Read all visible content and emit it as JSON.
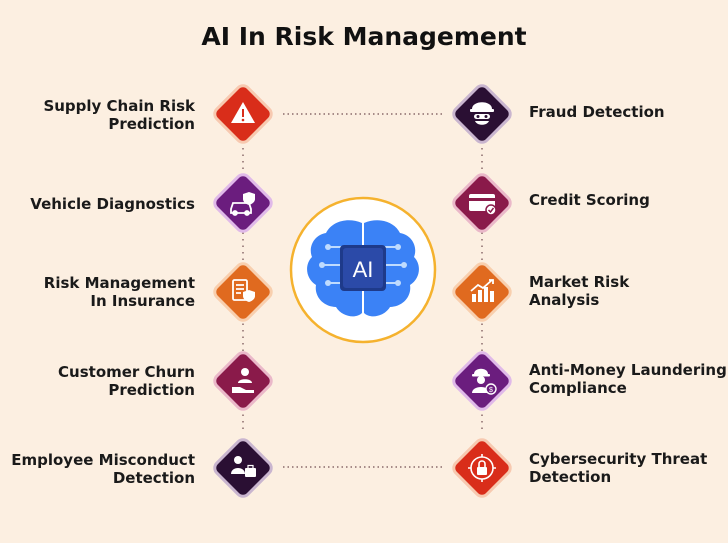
{
  "title": "AI In Risk Management",
  "center": {
    "label": "AI"
  },
  "colors": {
    "background": "#fcefe1",
    "red": "#d92d1a",
    "purple": "#5c1a6e",
    "dark_purple": "#2a0f33",
    "orange": "#e06a1f",
    "magenta": "#8a1a4a",
    "brain_blue": "#3b82f6",
    "ring": "#f5b22e"
  },
  "left_items": [
    {
      "lines": [
        "Supply Chain Risk",
        "Prediction"
      ],
      "icon": "warning-icon",
      "color": "#d92d1a"
    },
    {
      "lines": [
        "Vehicle Diagnostics"
      ],
      "icon": "car-shield-icon",
      "color": "#6b1d7e"
    },
    {
      "lines": [
        "Risk Management",
        "In Insurance"
      ],
      "icon": "insurance-document-icon",
      "color": "#e06a1f"
    },
    {
      "lines": [
        "Customer Churn",
        "Prediction"
      ],
      "icon": "customer-hand-icon",
      "color": "#8a1a4a"
    },
    {
      "lines": [
        "Employee Misconduct",
        "Detection"
      ],
      "icon": "employee-briefcase-icon",
      "color": "#2a0f33"
    }
  ],
  "right_items": [
    {
      "lines": [
        "Fraud Detection"
      ],
      "icon": "masked-fraudster-icon",
      "color": "#2a0f33"
    },
    {
      "lines": [
        "Credit Scoring"
      ],
      "icon": "credit-card-check-icon",
      "color": "#8a1a4a"
    },
    {
      "lines": [
        "Market Risk",
        "Analysis"
      ],
      "icon": "bar-chart-icon",
      "color": "#e06a1f"
    },
    {
      "lines": [
        "Anti-Money Laundering",
        "Compliance"
      ],
      "icon": "money-laundering-icon",
      "color": "#6b1d7e"
    },
    {
      "lines": [
        "Cybersecurity Threat",
        "Detection"
      ],
      "icon": "cyber-lock-icon",
      "color": "#d92d1a"
    }
  ]
}
